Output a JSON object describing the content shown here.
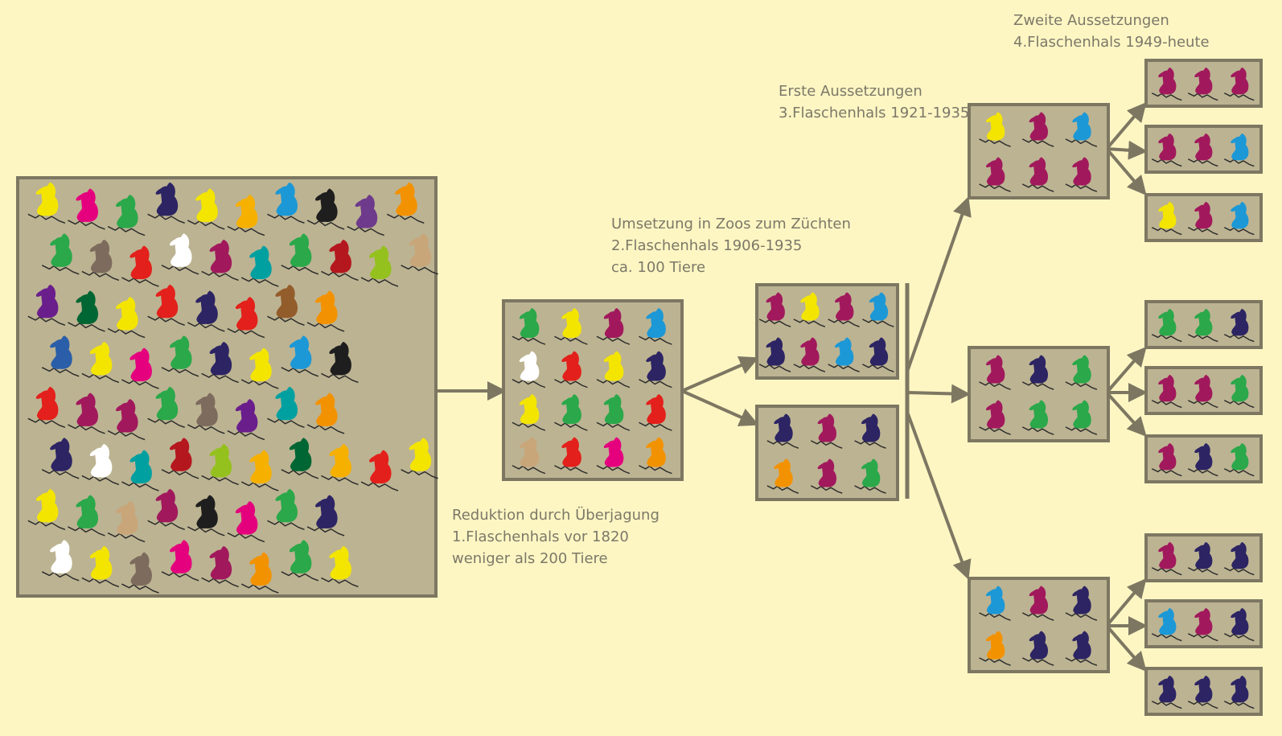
{
  "colors": {
    "background": "#fdf6c3",
    "box_fill": "#bcb392",
    "box_border": "#7d7762",
    "arrow": "#7d7762",
    "text": "#7c7868",
    "rock_line": "#2a2a2a"
  },
  "labels": {
    "stage1": {
      "line1": "Reduktion durch Überjagung",
      "line2": "1.Flaschenhals vor 1820",
      "line3": "weniger als 200 Tiere"
    },
    "stage2": {
      "line1": "Umsetzung in Zoos zum Züchten",
      "line2": "2.Flaschenhals 1906-1935",
      "line3": "ca. 100 Tiere"
    },
    "stage3": {
      "line1": "Erste Aussetzungen",
      "line2": "3.Flaschenhals 1921-1935"
    },
    "stage4": {
      "line1": "Zweite Aussetzungen",
      "line2": "4.Flaschenhals 1949-heute"
    }
  },
  "palette": {
    "y": "#f3e500",
    "m": "#e5007e",
    "g": "#2aa84a",
    "p": "#6a1e8c",
    "r": "#e3201b",
    "b": "#1c98d6",
    "k": "#1e1e1e",
    "o": "#f39200",
    "dg": "#006633",
    "br": "#7d6b5d",
    "w": "#ffffff",
    "mr": "#a1195c",
    "n": "#2c2463",
    "t": "#00a0a0",
    "lb": "#c9a67a",
    "lg": "#95c11f",
    "dr": "#b5171f",
    "sb": "#935c2b",
    "db": "#26297a",
    "sp": "#6e3a8c",
    "lo": "#f6b000",
    "bl": "#2a5ea8",
    "pk": "#e4007c"
  },
  "populations": {
    "original": [
      [
        "y",
        "m",
        "g",
        "n",
        "y",
        "lo",
        "b",
        "k",
        "sp",
        "o"
      ],
      [
        "g",
        "br",
        "r",
        "w",
        "mr",
        "t",
        "g",
        "dr",
        "lg",
        "lb"
      ],
      [
        "p",
        "dg",
        "y",
        "r",
        "n",
        "r",
        "sb",
        "o"
      ],
      [
        "bl",
        "y",
        "m",
        "g",
        "n",
        "y",
        "b",
        "k"
      ],
      [
        "r",
        "mr",
        "mr",
        "g",
        "br",
        "p",
        "t",
        "o"
      ],
      [
        "n",
        "w",
        "t",
        "dr",
        "lg",
        "lo",
        "dg",
        "lo",
        "r",
        "y"
      ],
      [
        "y",
        "g",
        "lb",
        "mr",
        "k",
        "pk",
        "g",
        "n"
      ],
      [
        "w",
        "y",
        "br",
        "m",
        "mr",
        "o",
        "g",
        "y"
      ]
    ],
    "zoo": [
      [
        "g",
        "y",
        "mr",
        "b"
      ],
      [
        "w",
        "r",
        "y",
        "n"
      ],
      [
        "y",
        "g",
        "g",
        "r"
      ],
      [
        "lb",
        "r",
        "m",
        "o"
      ]
    ],
    "bottleneck_a": [
      [
        "mr",
        "y",
        "mr",
        "b"
      ],
      [
        "n",
        "mr",
        "b",
        "n"
      ]
    ],
    "bottleneck_b": [
      [
        "n",
        "mr",
        "n"
      ],
      [
        "o",
        "mr",
        "g"
      ]
    ],
    "release_top": [
      [
        "y",
        "mr",
        "b"
      ],
      [
        "mr",
        "mr",
        "mr"
      ]
    ],
    "release_mid": [
      [
        "mr",
        "n",
        "g"
      ],
      [
        "mr",
        "g",
        "g"
      ]
    ],
    "release_bot": [
      [
        "b",
        "mr",
        "n"
      ],
      [
        "o",
        "n",
        "n"
      ]
    ],
    "second_top": [
      [
        "mr",
        "mr",
        "mr"
      ],
      [
        "mr",
        "mr",
        "b"
      ],
      [
        "y",
        "mr",
        "b"
      ]
    ],
    "second_mid": [
      [
        "g",
        "g",
        "n"
      ],
      [
        "mr",
        "mr",
        "g"
      ],
      [
        "mr",
        "n",
        "g"
      ]
    ],
    "second_bot": [
      [
        "mr",
        "n",
        "n"
      ],
      [
        "b",
        "mr",
        "n"
      ],
      [
        "n",
        "n",
        "n"
      ]
    ]
  }
}
